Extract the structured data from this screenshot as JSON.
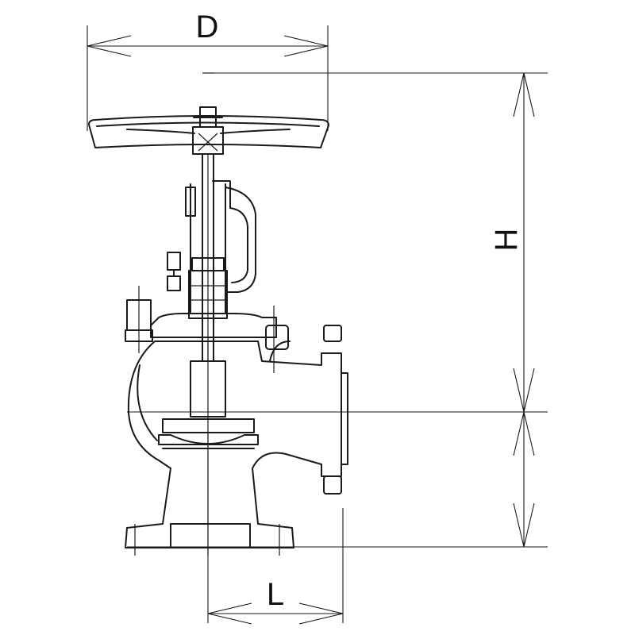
{
  "dimensions": {
    "d_label": "D",
    "h_label": "H",
    "l_label": "L"
  },
  "colors": {
    "line": "#1a1a1a",
    "background": "#ffffff"
  }
}
